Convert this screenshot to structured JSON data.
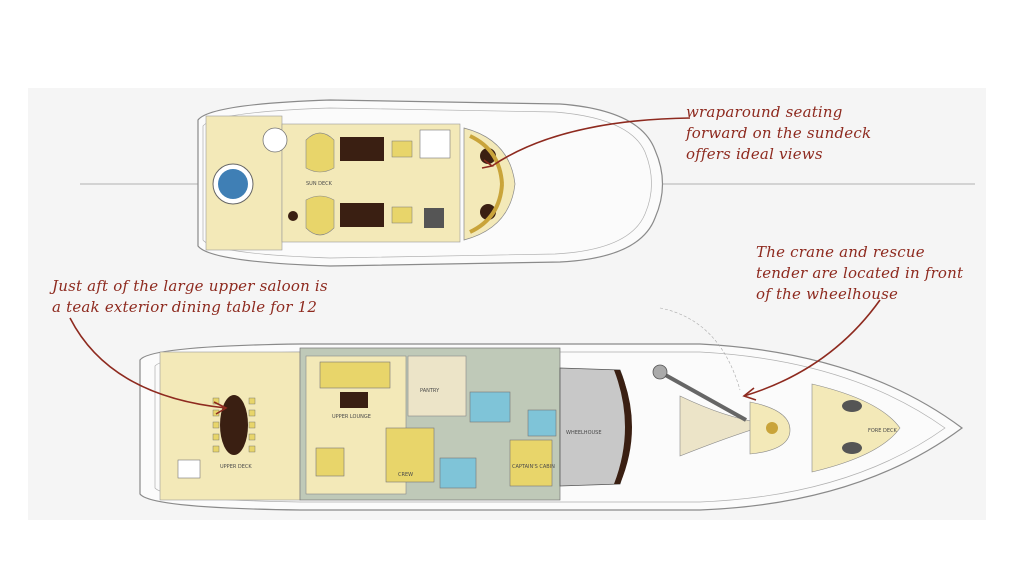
{
  "annotations": {
    "sundeck": [
      "wraparound seating",
      "forward on the sundeck",
      "offers ideal views"
    ],
    "crane": [
      "The crane and rescue",
      "tender are located in front",
      "of the wheelhouse"
    ],
    "dining": [
      "Just aft of the large upper saloon is",
      "a teak exterior dining table for 12"
    ]
  },
  "deck_labels": {
    "sun_deck": "SUN DECK",
    "upper_deck": "UPPER DECK",
    "upper_lounge": "UPPER LOUNGE",
    "pantry": "PANTRY",
    "captains_cabin": "CAPTAIN'S CABIN",
    "crew": "CREW",
    "foredeck": "FORE DECK",
    "wheelhouse": "WHEELHOUSE"
  },
  "colors": {
    "deck": "#f3e9b8",
    "interior": "#e8d56a",
    "hull_line": "#8a8a8a",
    "annotation": "#8e2a1f",
    "pool": "#3f7fb5",
    "bath": "#7fc4d8",
    "wood": "#3a1f12"
  }
}
